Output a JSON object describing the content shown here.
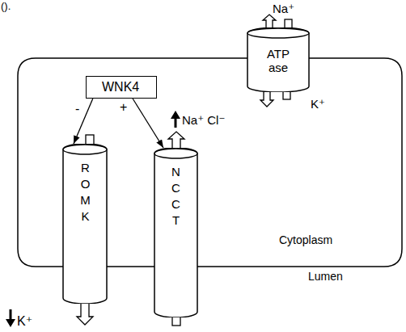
{
  "diagram": {
    "nodes": [
      {
        "text": [
          "ATP ase"
        ]
      },
      {
        "text": [
          "WNK4"
        ]
      },
      {
        "text": [
          "ROMK"
        ]
      },
      {
        "text": [
          "NCCT"
        ]
      }
    ],
    "edges": [
      {
        "from": 1,
        "to": 2,
        "arrow": "to",
        "label": "-"
      },
      {
        "from": 1,
        "to": 3,
        "arrow": "to",
        "label": "+"
      }
    ],
    "labels": [
      "().",
      "Na⁺",
      "K⁺",
      "Na⁺ Cl⁻",
      "K⁺",
      "Cytoplasm",
      "Lumen"
    ]
  }
}
